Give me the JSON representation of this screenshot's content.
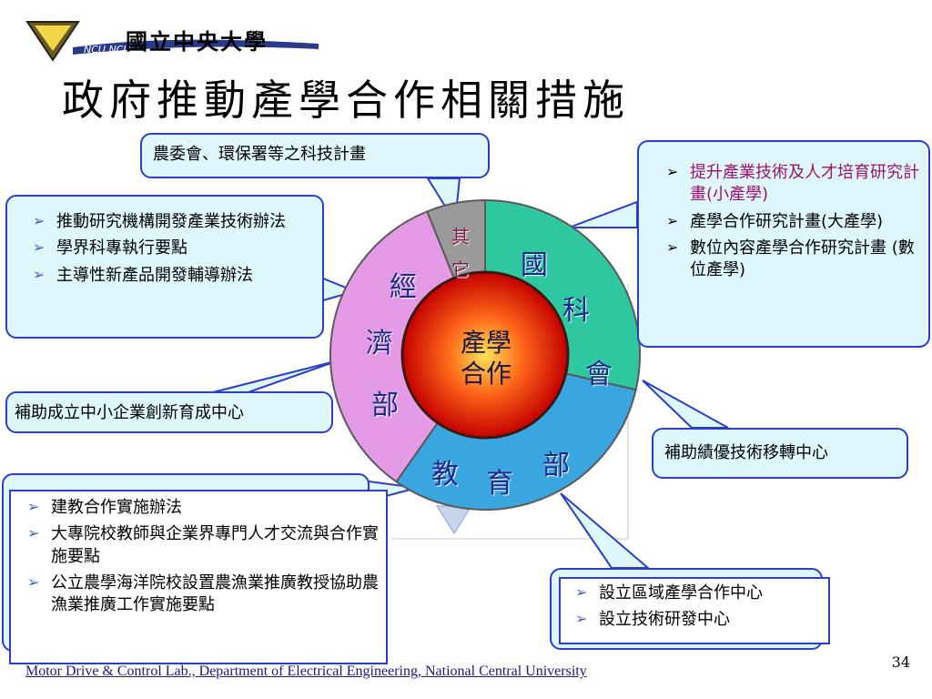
{
  "header": {
    "university_name": "國立中央大學",
    "logo_text": "NCU NCU"
  },
  "title": "政府推動產學合作相關措施",
  "wheel": {
    "center": "產學\n合作",
    "segments": {
      "nsc": [
        "國",
        "科",
        "會"
      ],
      "moe": [
        "教",
        "育",
        "部"
      ],
      "moea": [
        "經",
        "濟",
        "部"
      ],
      "other": [
        "其",
        "它"
      ]
    },
    "colors": {
      "nsc": "#2fc7a0",
      "moe": "#3aa6e0",
      "moea": "#e59ae6",
      "other": "#9a9a9a"
    }
  },
  "callouts": {
    "other_agencies": "農委會、環保署等之科技計畫",
    "nsc_items": [
      "提升產業技術及人才培育研究計畫(小產學)",
      "產學合作研究計畫(大產學)",
      "數位內容產學合作研究計畫 (數位產學)"
    ],
    "moea_items": [
      "推動研究機構開發產業技術辦法",
      "學界科專執行要點",
      "主導性新產品開發輔導辦法"
    ],
    "incubator": "補助成立中小企業創新育成中心",
    "tech_transfer": "補助績優技術移轉中心",
    "moe_items": [
      "建教合作實施辦法",
      "大專院校教師與企業界專門人才交流與合作實施要點",
      "公立農學海洋院校設置農漁業推廣教授協助農漁業推廣工作實施要點"
    ],
    "centers_items": [
      "設立區域產學合作中心",
      "設立技術研發中心"
    ]
  },
  "footer": "Motor Drive & Control Lab., Department of Electrical Engineering, National Central University",
  "page_number": "34"
}
